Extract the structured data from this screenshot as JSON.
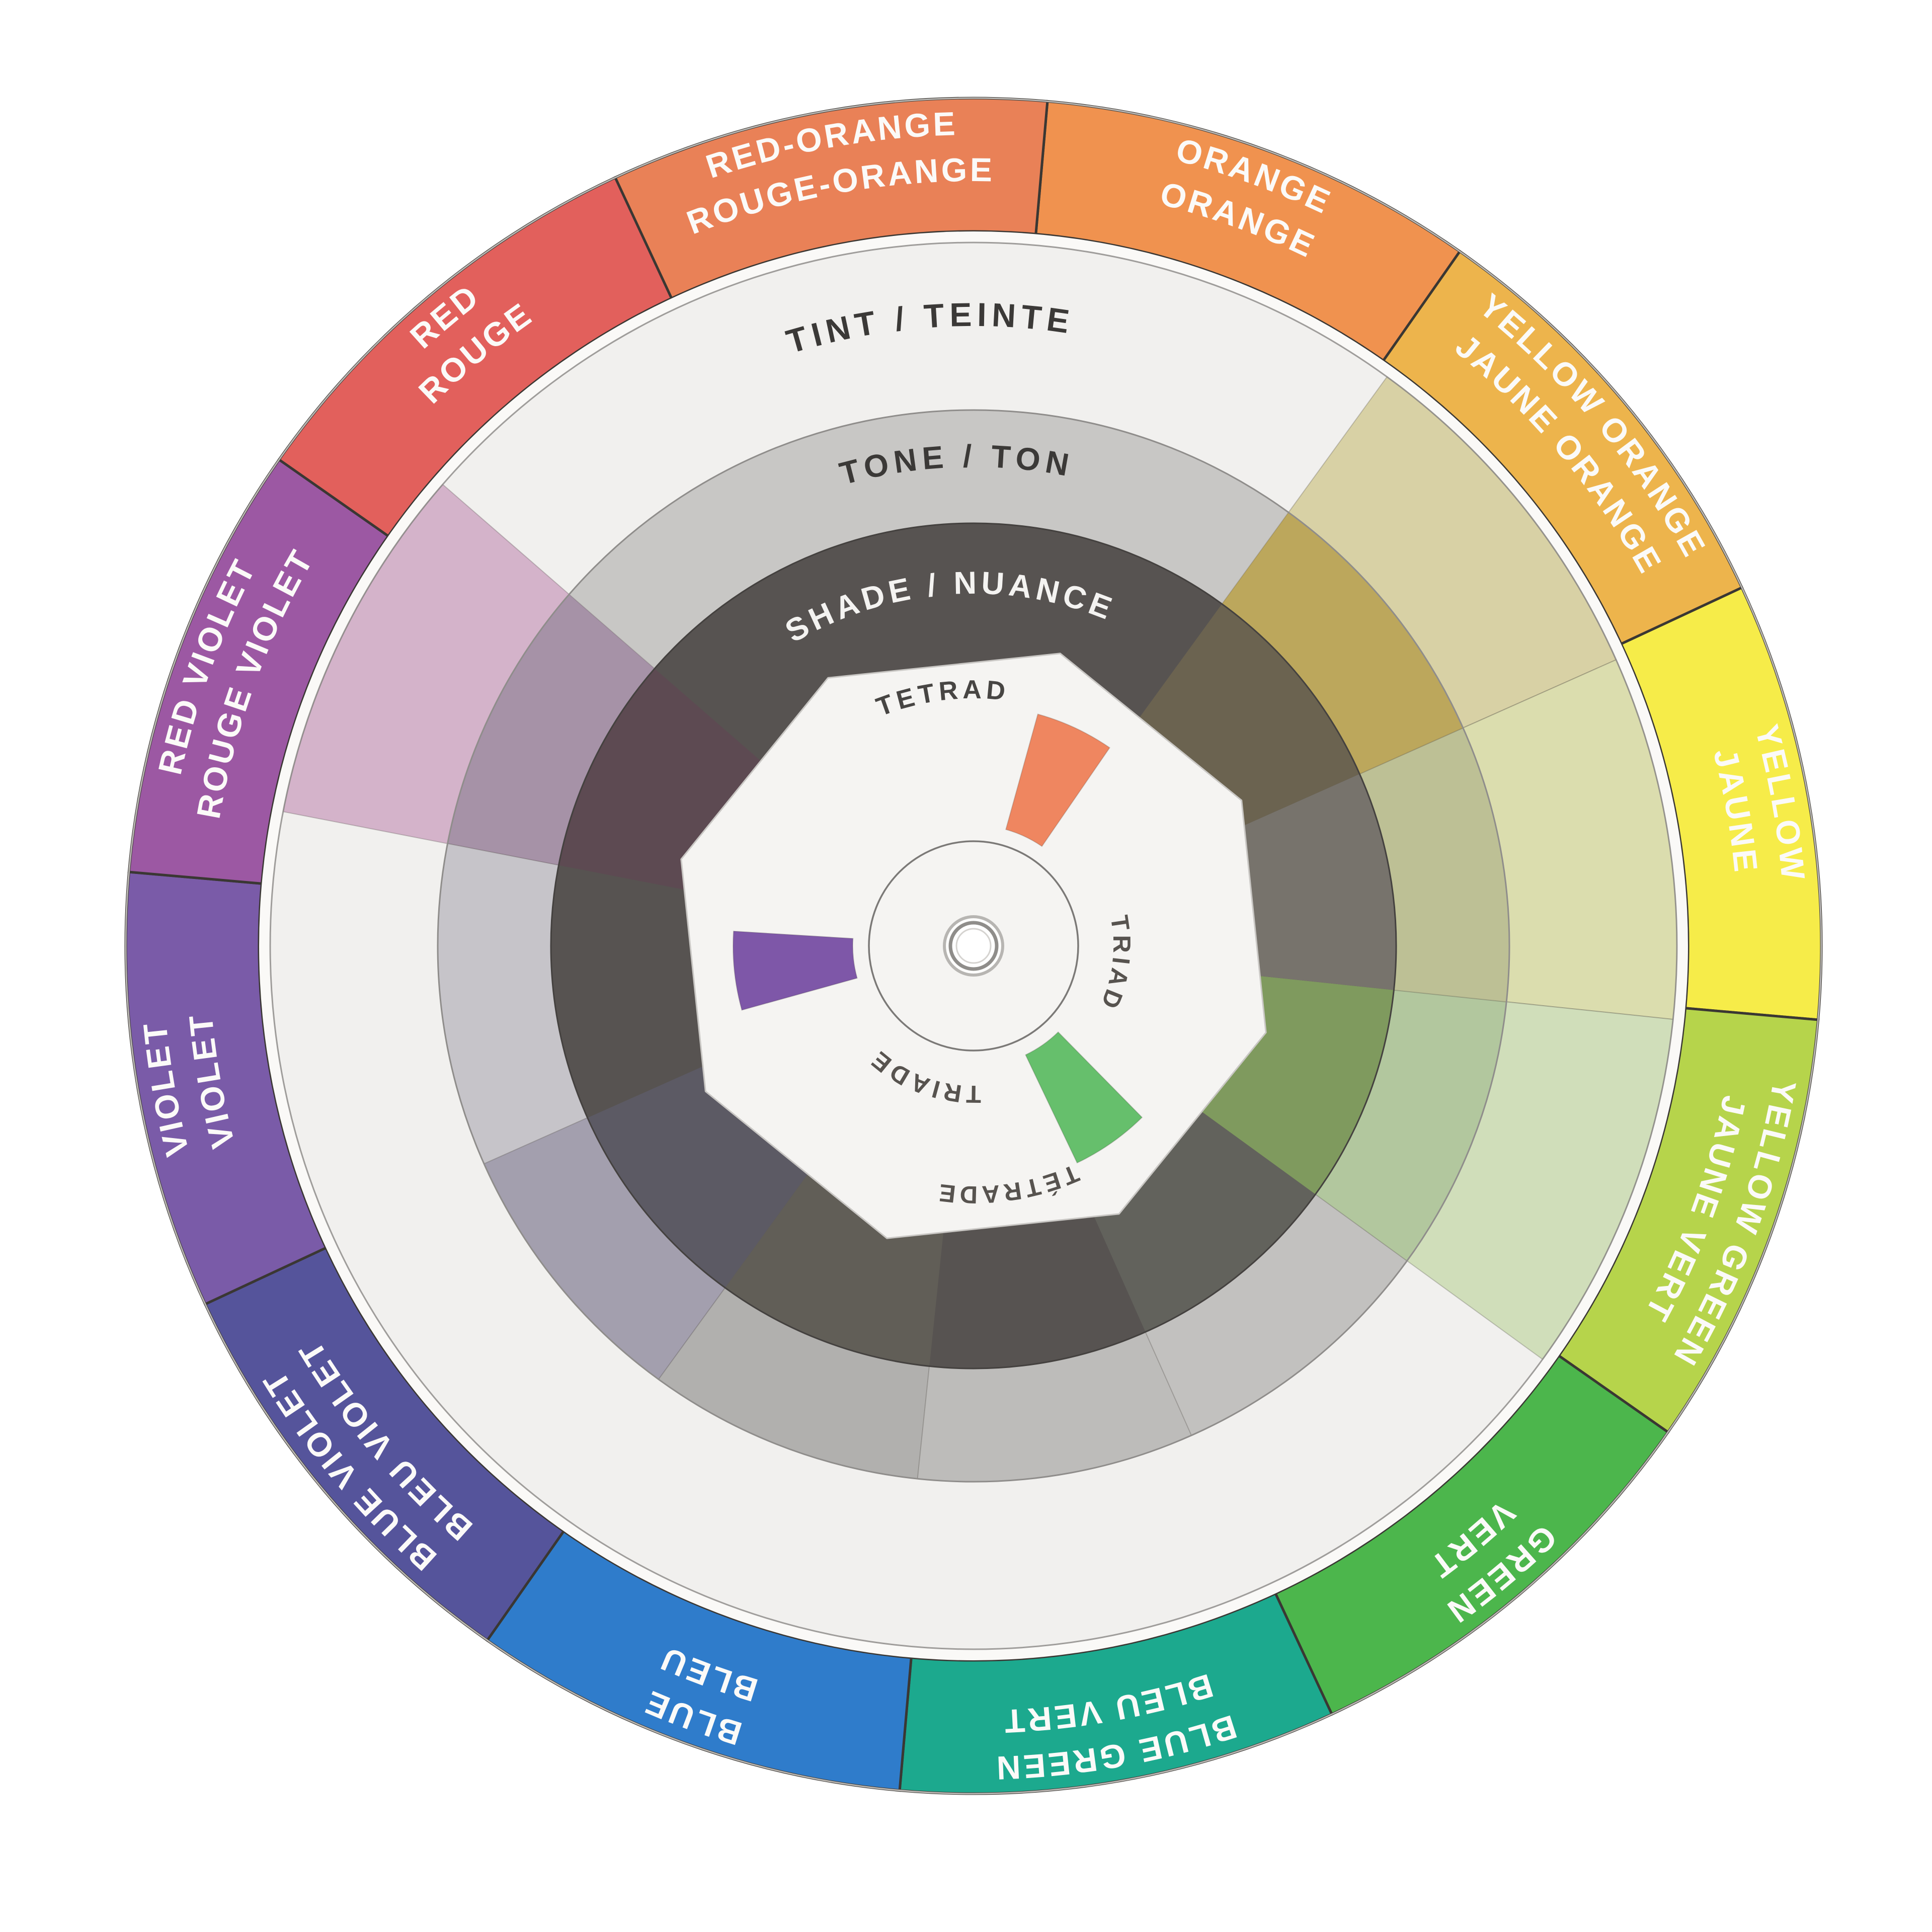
{
  "wheel": {
    "background_color": "#FFFFFF",
    "segments": [
      {
        "name_en": "ORANGE",
        "name_fr": "ORANGE",
        "color": "#F0924F",
        "center_deg": 20
      },
      {
        "name_en": "YELLOW ORANGE",
        "name_fr": "JAUNE ORANGE",
        "color": "#EDB44C",
        "center_deg": 50
      },
      {
        "name_en": "YELLOW",
        "name_fr": "JAUNE",
        "color": "#F6EC49",
        "center_deg": 80
      },
      {
        "name_en": "YELLOW GREEN",
        "name_fr": "JAUNE VERT",
        "color": "#B6D44B",
        "center_deg": 110
      },
      {
        "name_en": "GREEN",
        "name_fr": "VERT",
        "color": "#4CB64C",
        "center_deg": 140
      },
      {
        "name_en": "BLUE GREEN",
        "name_fr": "BLEU VERT",
        "color": "#1CA98E",
        "center_deg": 170
      },
      {
        "name_en": "BLUE",
        "name_fr": "BLEU",
        "color": "#2F7CCB",
        "center_deg": 200
      },
      {
        "name_en": "BLUE VIOLET",
        "name_fr": "BLEU VIOLET",
        "color": "#55549B",
        "center_deg": 230
      },
      {
        "name_en": "VIOLET",
        "name_fr": "VIOLET",
        "color": "#7A5BA8",
        "center_deg": 260
      },
      {
        "name_en": "RED VIOLET",
        "name_fr": "ROUGE VIOLET",
        "color": "#9C58A3",
        "center_deg": 290
      },
      {
        "name_en": "RED",
        "name_fr": "ROUGE",
        "color": "#E2605C",
        "center_deg": 320
      },
      {
        "name_en": "RED-ORANGE",
        "name_fr": "ROUGE-ORANGE",
        "color": "#E98157",
        "center_deg": 350
      }
    ],
    "rings": {
      "tint_label": "TINT / TEINTE",
      "tone_label": "TONE / TON",
      "shade_label": "SHADE / NUANCE",
      "tint_color": "#F1F0EE",
      "tone_color": "#C8C7C5",
      "shade_color": "#575351"
    },
    "muted_windows": [
      {
        "ring": "tint",
        "from_deg": 281,
        "to_deg": 311,
        "color": "#D4B3CA"
      },
      {
        "ring": "tint",
        "from_deg": 36,
        "to_deg": 66,
        "color": "#D8D1A5"
      },
      {
        "ring": "tint",
        "from_deg": 66,
        "to_deg": 96,
        "color": "#DBDDAE"
      },
      {
        "ring": "tint",
        "from_deg": 96,
        "to_deg": 126,
        "color": "#D0DEBA"
      },
      {
        "ring": "tone",
        "from_deg": 281,
        "to_deg": 311,
        "color": "#A692A7"
      },
      {
        "ring": "tone",
        "from_deg": 246,
        "to_deg": 281,
        "color": "#C6C4C9"
      },
      {
        "ring": "tone",
        "from_deg": 216,
        "to_deg": 246,
        "color": "#A39FAE"
      },
      {
        "ring": "tone",
        "from_deg": 186,
        "to_deg": 216,
        "color": "#B1B0AE"
      },
      {
        "ring": "tone",
        "from_deg": 156,
        "to_deg": 186,
        "color": "#BDBCBA"
      },
      {
        "ring": "tone",
        "from_deg": 126,
        "to_deg": 156,
        "color": "#C2C1BF"
      },
      {
        "ring": "tone",
        "from_deg": 96,
        "to_deg": 126,
        "color": "#B2C79E"
      },
      {
        "ring": "tone",
        "from_deg": 66,
        "to_deg": 96,
        "color": "#BDC095"
      },
      {
        "ring": "tone",
        "from_deg": 36,
        "to_deg": 66,
        "color": "#BCA75C"
      },
      {
        "ring": "shade",
        "from_deg": 281,
        "to_deg": 311,
        "color": "#5D4A52"
      },
      {
        "ring": "shade",
        "from_deg": 216,
        "to_deg": 246,
        "color": "#5C5A64"
      },
      {
        "ring": "shade",
        "from_deg": 186,
        "to_deg": 216,
        "color": "#615E57"
      },
      {
        "ring": "shade",
        "from_deg": 126,
        "to_deg": 156,
        "color": "#62625C"
      },
      {
        "ring": "shade",
        "from_deg": 96,
        "to_deg": 126,
        "color": "#7F9A5E"
      },
      {
        "ring": "shade",
        "from_deg": 66,
        "to_deg": 96,
        "color": "#77736C"
      },
      {
        "ring": "shade",
        "from_deg": 36,
        "to_deg": 66,
        "color": "#6B6350"
      }
    ],
    "center": {
      "tetrad_label": "TETRAD",
      "triad_label": "TRIAD",
      "triade_label": "TRIADE",
      "tetrade_label": "TÉTRADE",
      "disc_color": "#F5F4F2",
      "triad_windows": [
        {
          "angle_deg": 25,
          "color": "#EF8660",
          "name": "orange-window"
        },
        {
          "angle_deg": 145,
          "color": "#66BF6C",
          "name": "green-window"
        },
        {
          "angle_deg": 264,
          "color": "#7E57A8",
          "name": "purple-window"
        }
      ],
      "hub_hole_color": "#FFFFFF"
    }
  }
}
